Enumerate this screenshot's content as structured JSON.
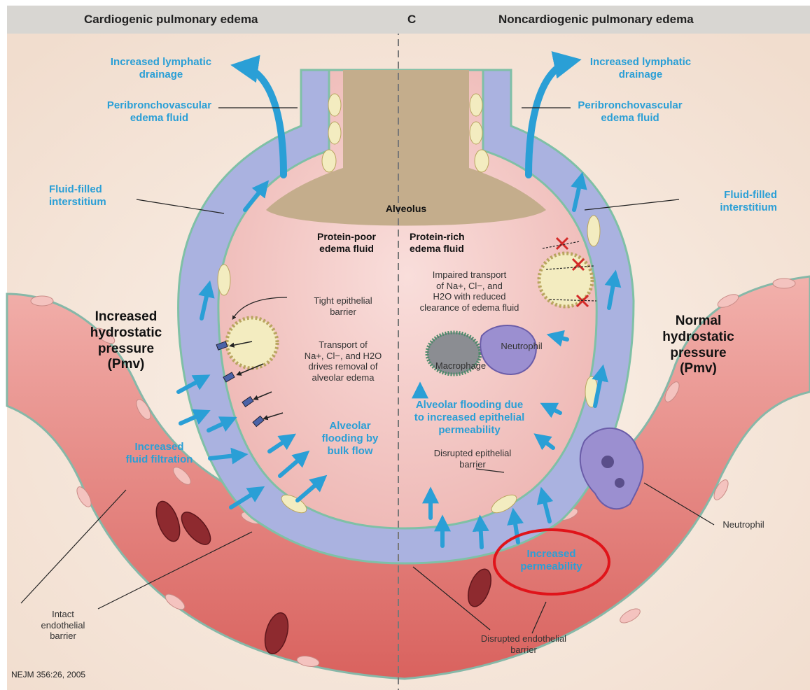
{
  "header": {
    "left_title": "Cardiogenic pulmonary edema",
    "panel_letter": "C",
    "right_title": "Noncardiogenic pulmonary edema"
  },
  "labels": {
    "left_lymphatic": "Increased lymphatic\ndrainage",
    "left_peribronch": "Peribronchovascular\nedema fluid",
    "left_interstitium": "Fluid-filled\ninterstitium",
    "left_pressure": "Increased\nhydrostatic\npressure\n(Pmv)",
    "left_filtration": "Increased\nfluid filtration",
    "left_endothelial": "Intact\nendothelial\nbarrier",
    "alveolus": "Alveolus",
    "protein_poor": "Protein-poor\nedema fluid",
    "tight_barrier": "Tight epithelial\nbarrier",
    "transport": "Transport of\nNa+, Cl−, and H2O\ndrives removal of\nalveolar edema",
    "bulk_flow": "Alveolar\nflooding by\nbulk flow",
    "right_lymphatic": "Increased lymphatic\ndrainage",
    "right_peribronch": "Peribronchovascular\nedema fluid",
    "right_interstitium": "Fluid-filled\ninterstitium",
    "protein_rich": "Protein-rich\nedema fluid",
    "impaired": "Impaired transport\nof Na+, Cl−, and\nH2O with reduced\nclearance of edema fluid",
    "macrophage": "Macrophage",
    "neutrophil_in": "Neutrophil",
    "right_pressure": "Normal\nhydrostatic\npressure\n(Pmv)",
    "flooding_perm": "Alveolar flooding due\nto increased epithelial\npermeability",
    "disrupted_epi": "Disrupted epithelial\nbarrier",
    "neutrophil_out": "Neutrophil",
    "increased_perm": "Increased\npermeability",
    "disrupted_endo": "Disrupted endothelial\nbarrier",
    "citation": "NEJM 356:26, 2005"
  },
  "colors": {
    "vessel": "#e07a76",
    "interstitium": "#a9b2e0",
    "alveolar_fluid": "#f3c6c4",
    "alveolus_air": "#c4ad8c",
    "arrow_blue": "#2a9fd6",
    "highlight_red": "#e0141a",
    "header_bg": "#d8d6d2"
  }
}
